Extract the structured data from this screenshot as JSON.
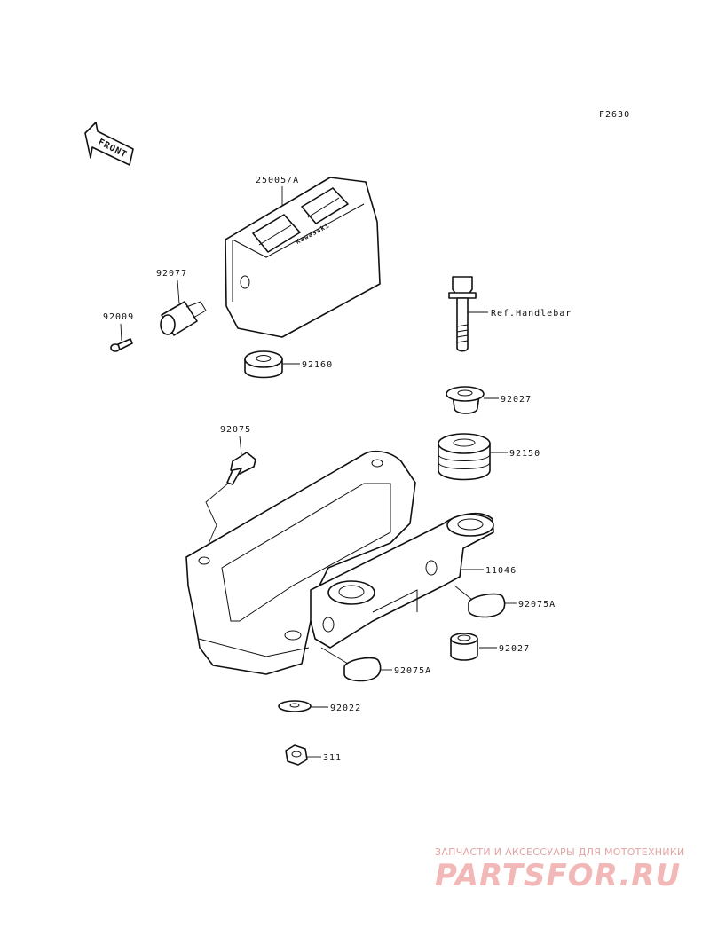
{
  "diagram": {
    "figure_code": "F2630",
    "front_label": "FRONT",
    "box_brand": "Kawasaki",
    "parts": [
      {
        "id": "25005a",
        "label": "25005/A"
      },
      {
        "id": "92077",
        "label": "92077"
      },
      {
        "id": "92009",
        "label": "92009"
      },
      {
        "id": "92160",
        "label": "92160"
      },
      {
        "id": "ref-handlebar",
        "label": "Ref.Handlebar"
      },
      {
        "id": "92027-top",
        "label": "92027"
      },
      {
        "id": "92150",
        "label": "92150"
      },
      {
        "id": "92075",
        "label": "92075"
      },
      {
        "id": "11046",
        "label": "11046"
      },
      {
        "id": "92075a-right",
        "label": "92075A"
      },
      {
        "id": "92027-bottom",
        "label": "92027"
      },
      {
        "id": "92075a-left",
        "label": "92075A"
      },
      {
        "id": "92022",
        "label": "92022"
      },
      {
        "id": "311",
        "label": "311"
      }
    ]
  },
  "watermark": {
    "tagline": "ЗАПЧАСТИ И АКСЕССУАРЫ ДЛЯ МОТОТЕХНИКИ",
    "brand": "PARTSFOR.RU",
    "color": "#f2b7b7"
  }
}
